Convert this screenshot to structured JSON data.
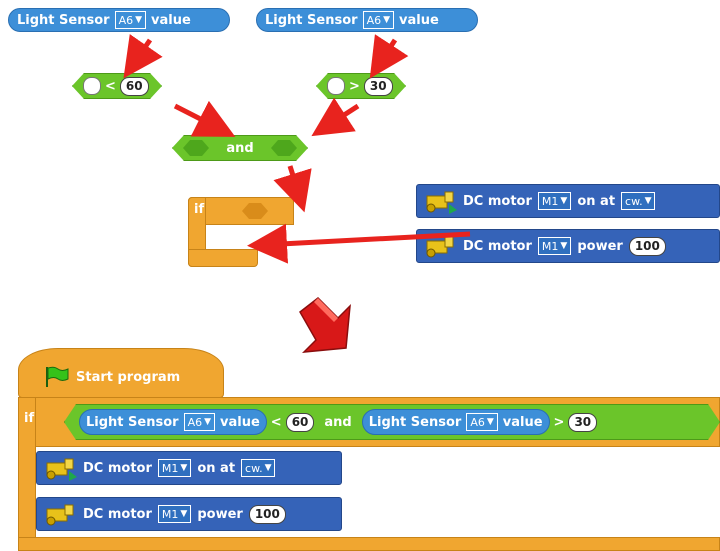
{
  "top": {
    "sensor_left": {
      "label": "Light Sensor",
      "port": "A6",
      "suffix": "value"
    },
    "sensor_right": {
      "label": "Light Sensor",
      "port": "A6",
      "suffix": "value"
    },
    "less_than": {
      "op": "<",
      "value": "60"
    },
    "greater_than": {
      "op": ">",
      "value": "30"
    },
    "and_block": {
      "label": "and"
    },
    "if_block": {
      "label": "if"
    },
    "motor_on": {
      "label": "DC motor",
      "motor": "M1",
      "mid": "on at",
      "dir": "cw."
    },
    "motor_power": {
      "label": "DC motor",
      "motor": "M1",
      "mid": "power",
      "value": "100"
    }
  },
  "bottom": {
    "start": {
      "label": "Start program"
    },
    "if_label": "if",
    "cond_left": {
      "label": "Light Sensor",
      "port": "A6",
      "suffix": "value",
      "op": "<",
      "value": "60"
    },
    "and_label": "and",
    "cond_right": {
      "label": "Light Sensor",
      "port": "A6",
      "suffix": "value",
      "op": ">",
      "value": "30"
    },
    "motor_on": {
      "label": "DC motor",
      "motor": "M1",
      "mid": "on at",
      "dir": "cw."
    },
    "motor_power": {
      "label": "DC motor",
      "motor": "M1",
      "mid": "power",
      "value": "100"
    }
  },
  "colors": {
    "arrow": "#e8231e",
    "reporter": "#3d8fd8",
    "operator": "#6bc52a",
    "control": "#f0a630",
    "command": "#3563b8",
    "hat": "#f0a630"
  },
  "icons": [
    "flag-icon",
    "motor-icon",
    "dropdown-arrow-icon",
    "big-down-arrow-icon"
  ]
}
